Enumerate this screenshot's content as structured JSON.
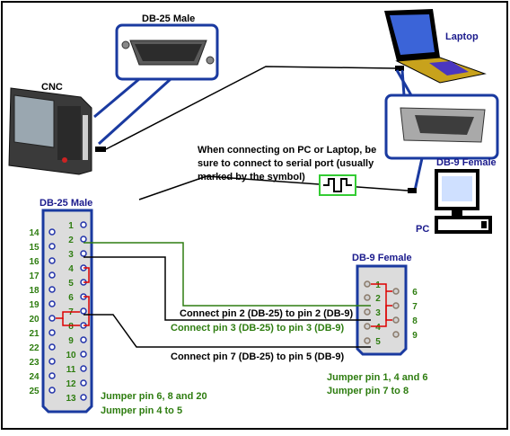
{
  "devices": {
    "db25_male_top": "DB-25 Male",
    "cnc": "CNC",
    "laptop": "Laptop",
    "db9_female_top": "DB-9 Female",
    "pc": "PC"
  },
  "note": {
    "line1": "When connecting on PC or Laptop, be",
    "line2": "sure to connect to serial port (usually",
    "line3": "marked by the symbol)"
  },
  "db25": {
    "title": "DB-25 Male",
    "right_pins": [
      "1",
      "2",
      "3",
      "4",
      "5",
      "6",
      "7",
      "8",
      "9",
      "10",
      "11",
      "12",
      "13"
    ],
    "left_pins": [
      "14",
      "15",
      "16",
      "17",
      "18",
      "19",
      "20",
      "21",
      "22",
      "23",
      "24",
      "25"
    ],
    "jumper_line1": "Jumper pin 6, 8 and 20",
    "jumper_line2": "Jumper pin 4 to 5"
  },
  "db9": {
    "title": "DB-9 Female",
    "left_pins": [
      "1",
      "2",
      "3",
      "4",
      "5"
    ],
    "right_pins": [
      "6",
      "7",
      "8",
      "9"
    ],
    "jumper_line1": "Jumper pin 1, 4 and 6",
    "jumper_line2": "Jumper pin 7 to 8"
  },
  "connections": {
    "c1": "Connect pin 2 (DB-25) to pin 2 (DB-9)",
    "c2": "Connect pin 3 (DB-25) to pin 3 (DB-9)",
    "c3": "Connect pin 7 (DB-25) to pin 5 (DB-9)"
  },
  "colors": {
    "frame_green": "#2e7d10",
    "pin_blue": "#2233aa",
    "jumper_red": "#dd0000",
    "connector_fill": "#dcdcdc"
  }
}
